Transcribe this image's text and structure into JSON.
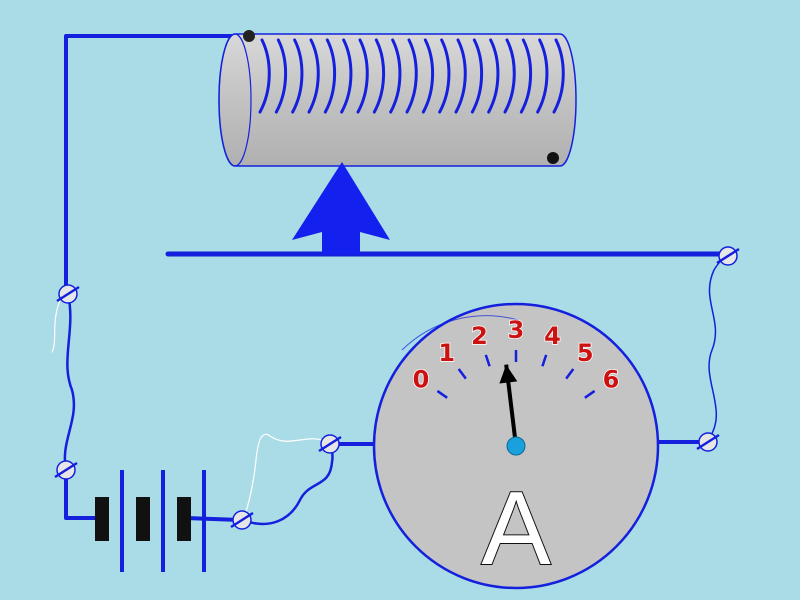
{
  "colors": {
    "background": "#a9dce6",
    "wire": "#1420dd",
    "body_gray": "#c4c4c4",
    "scale_numbers": "#cc1111",
    "needle": "#000000",
    "pivot": "#1aa0dd"
  },
  "ammeter": {
    "symbol": "A",
    "scale": [
      "0",
      "1",
      "2",
      "3",
      "4",
      "5",
      "6"
    ],
    "reading": 3
  },
  "components": {
    "coil": "solenoid",
    "arrow": "up-arrow",
    "battery_cells": 3
  }
}
